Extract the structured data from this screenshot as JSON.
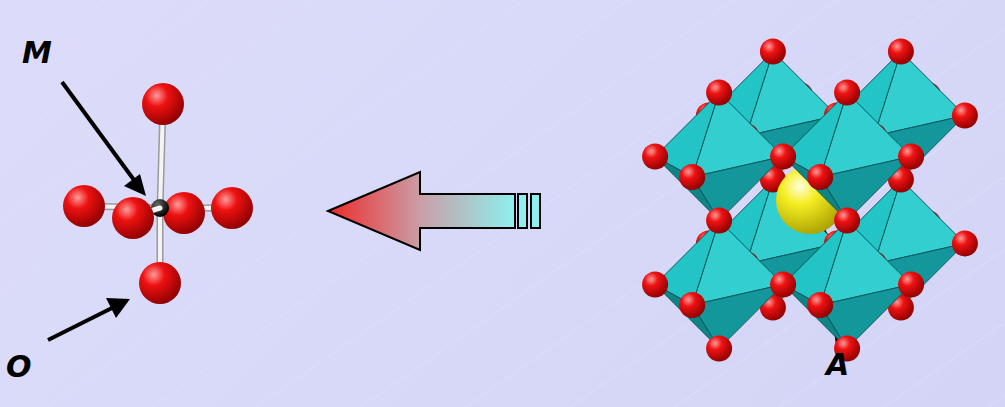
{
  "diagram": {
    "labels": [
      "M",
      "O",
      "A"
    ]
  }
}
